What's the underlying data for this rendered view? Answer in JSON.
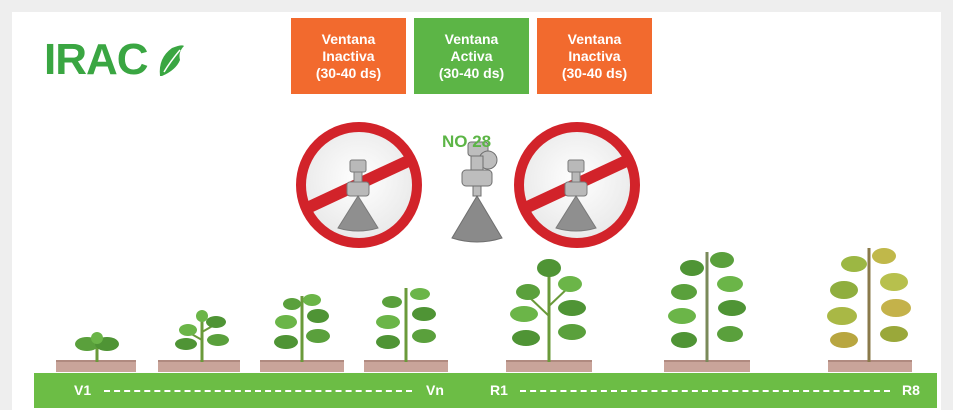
{
  "logo": {
    "text": "IRAC"
  },
  "windows": [
    {
      "lines": [
        "Ventana",
        "Inactiva",
        "(30-40 ds)"
      ],
      "status": "inactive",
      "color": "#f26a2e"
    },
    {
      "lines": [
        "Ventana",
        "Activa",
        "(30-40 ds)"
      ],
      "status": "active",
      "color": "#5cb546"
    },
    {
      "lines": [
        "Ventana",
        "Inactiva",
        "(30-40 ds)"
      ],
      "status": "inactive",
      "color": "#f26a2e"
    }
  ],
  "mode_label": "NO 28",
  "timeline": {
    "labels": [
      "V1",
      "Vn",
      "R1",
      "R8"
    ],
    "color": "#6cbd45"
  },
  "icons": [
    "no-spray-icon",
    "spray-nozzle-icon",
    "no-spray-icon"
  ],
  "colors": {
    "prohibited": "#d2232a",
    "nozzle": "#9a9a9a"
  }
}
